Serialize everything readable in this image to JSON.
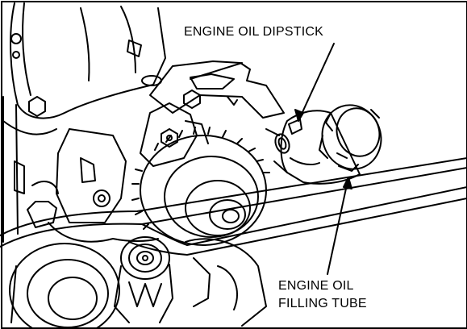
{
  "labels": {
    "dipstick": "ENGINE OIL DIPSTICK",
    "filling_tube_line1": "ENGINE OIL",
    "filling_tube_line2": "FILLING TUBE"
  },
  "colors": {
    "ink": "#000000",
    "paper": "#ffffff"
  }
}
